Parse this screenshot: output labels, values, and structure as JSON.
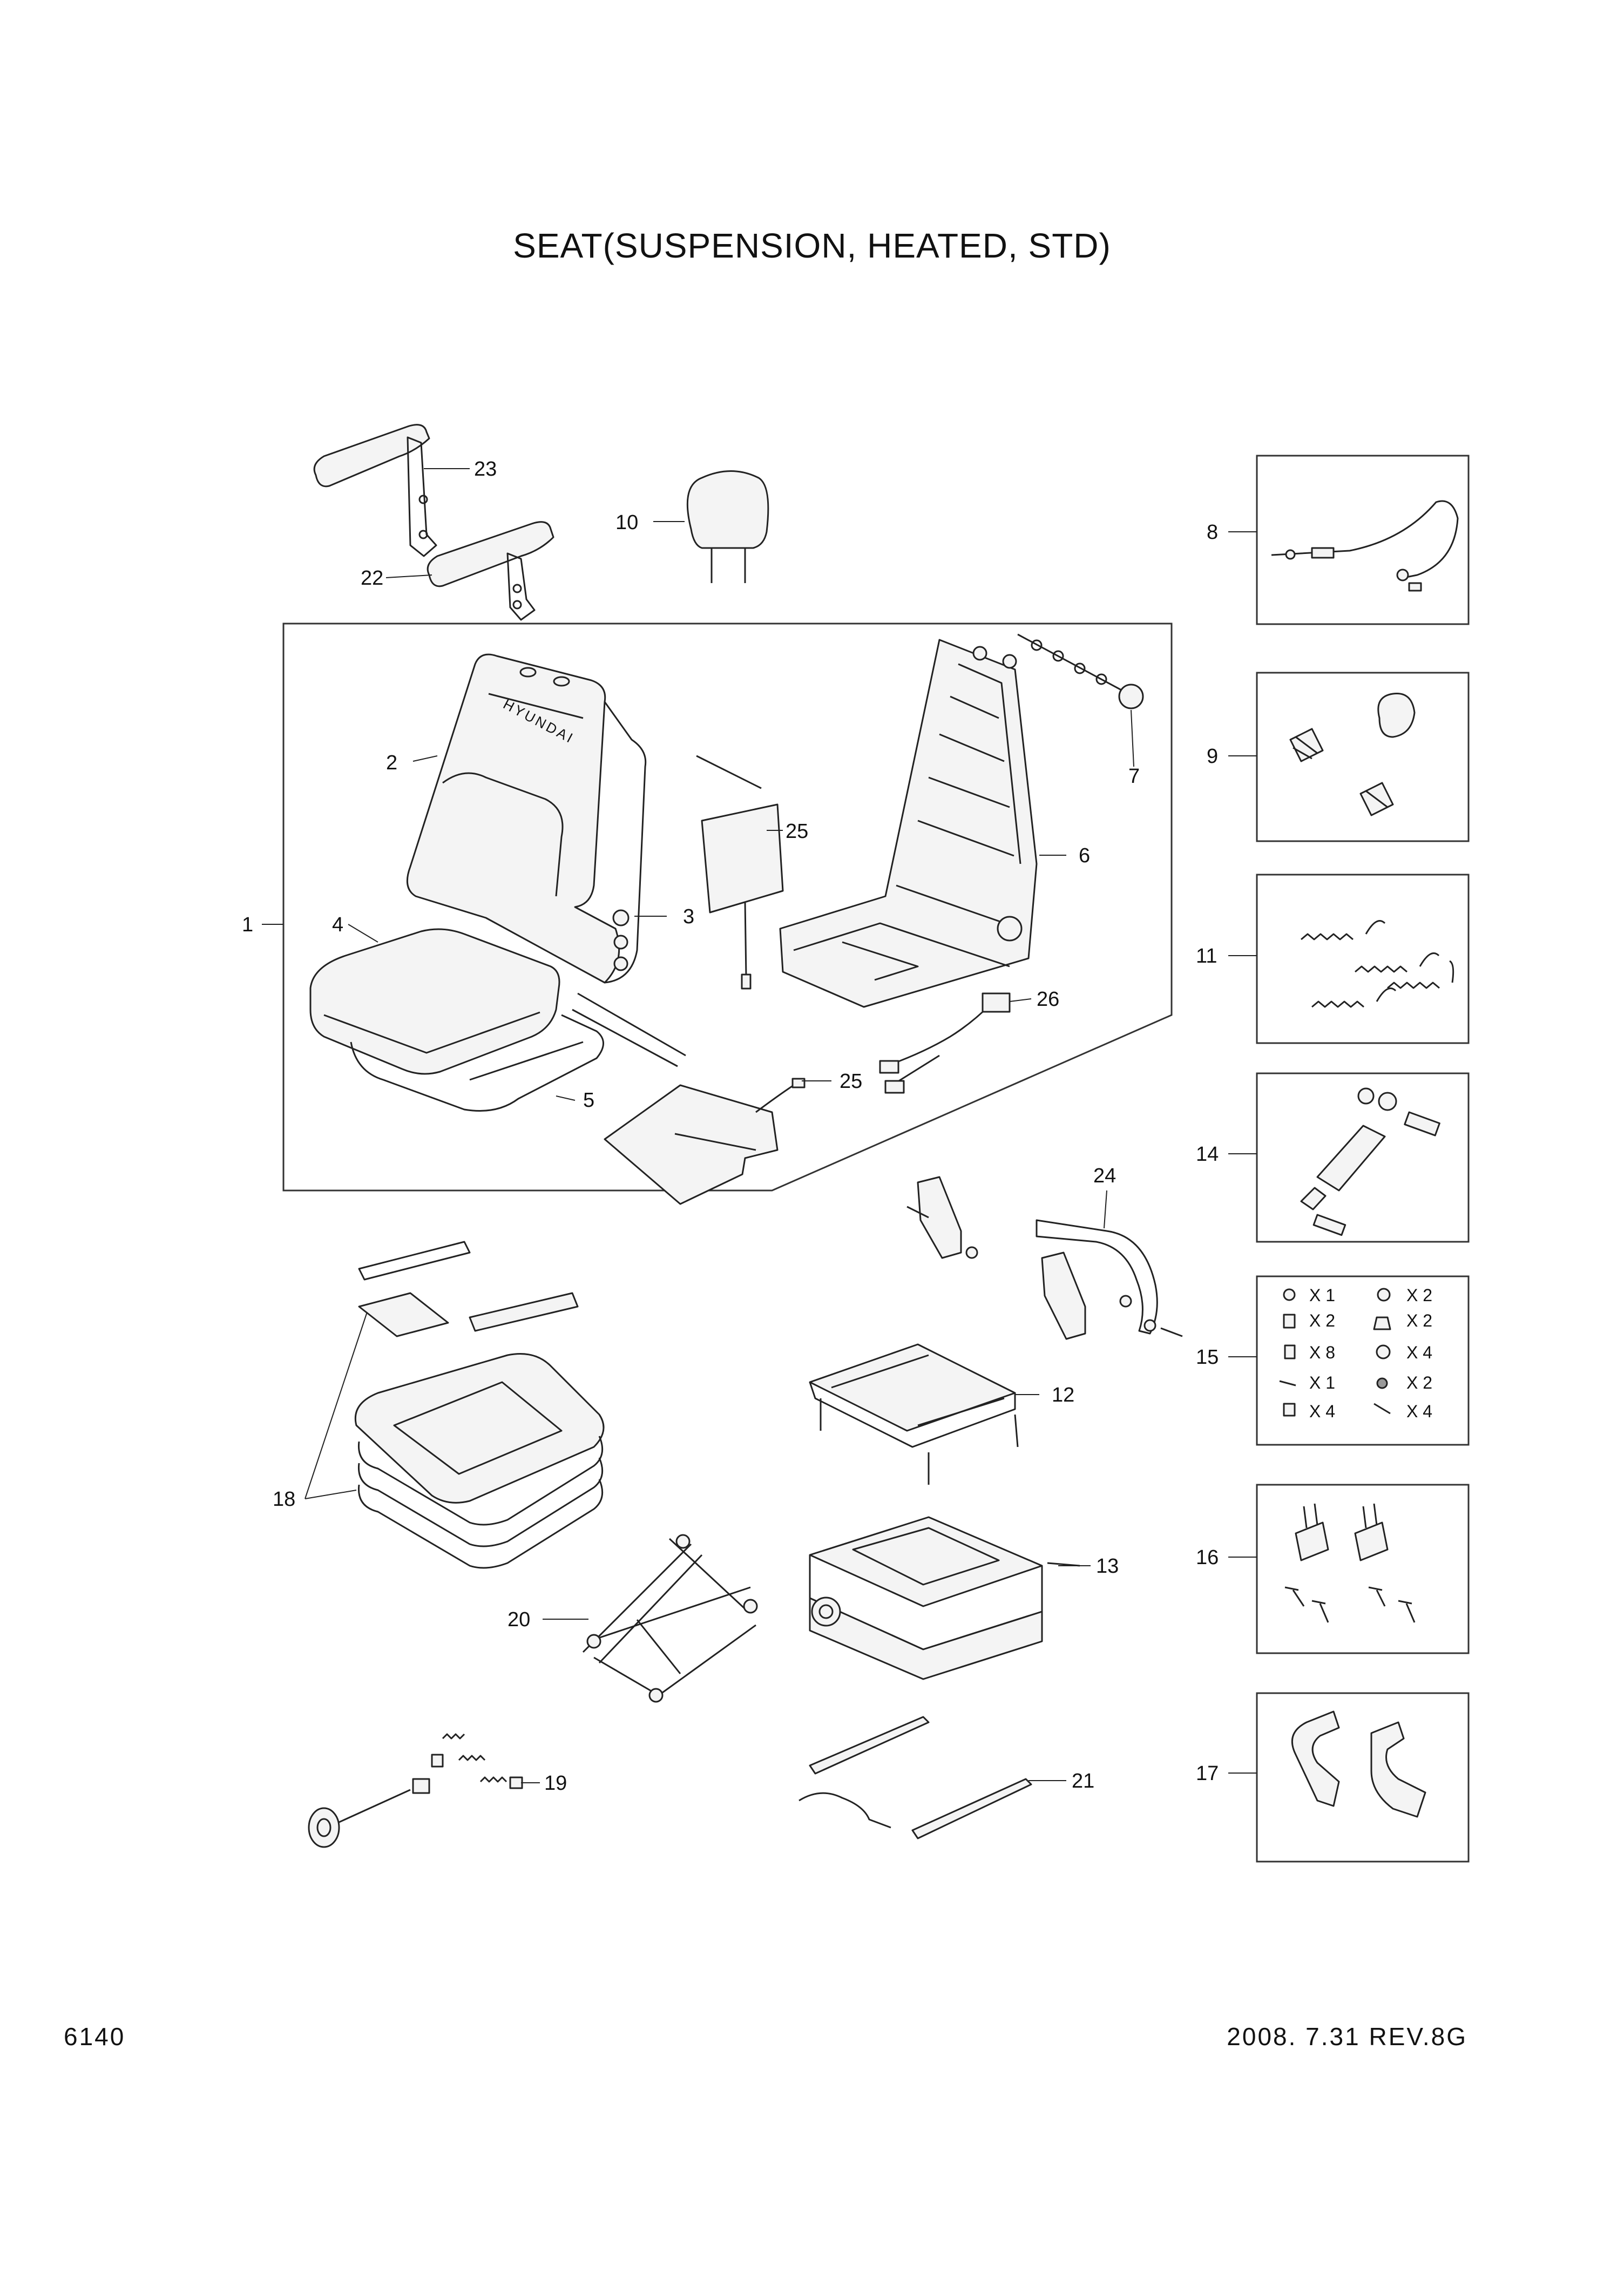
{
  "title": "SEAT(SUSPENSION, HEATED, STD)",
  "page_number": "6140",
  "revision": "2008. 7.31 REV.8G",
  "callouts": {
    "c1": "1",
    "c2": "2",
    "c3": "3",
    "c4": "4",
    "c5": "5",
    "c6": "6",
    "c7": "7",
    "c8": "8",
    "c9": "9",
    "c10": "10",
    "c11": "11",
    "c12": "12",
    "c13": "13",
    "c14": "14",
    "c15": "15",
    "c16": "16",
    "c17": "17",
    "c18": "18",
    "c19": "19",
    "c20": "20",
    "c21": "21",
    "c22": "22",
    "c23": "23",
    "c24": "24",
    "c25a": "25",
    "c25b": "25",
    "c26": "26"
  },
  "kit15": {
    "q1": "X 1",
    "q2": "X 2",
    "q3": "X 2",
    "q4": "X 2",
    "q5": "X 8",
    "q6": "X 4",
    "q7": "X 1",
    "q8": "X 2",
    "q9": "X 4",
    "q10": "X 4"
  },
  "backrest_logo": "HYUNDAI"
}
